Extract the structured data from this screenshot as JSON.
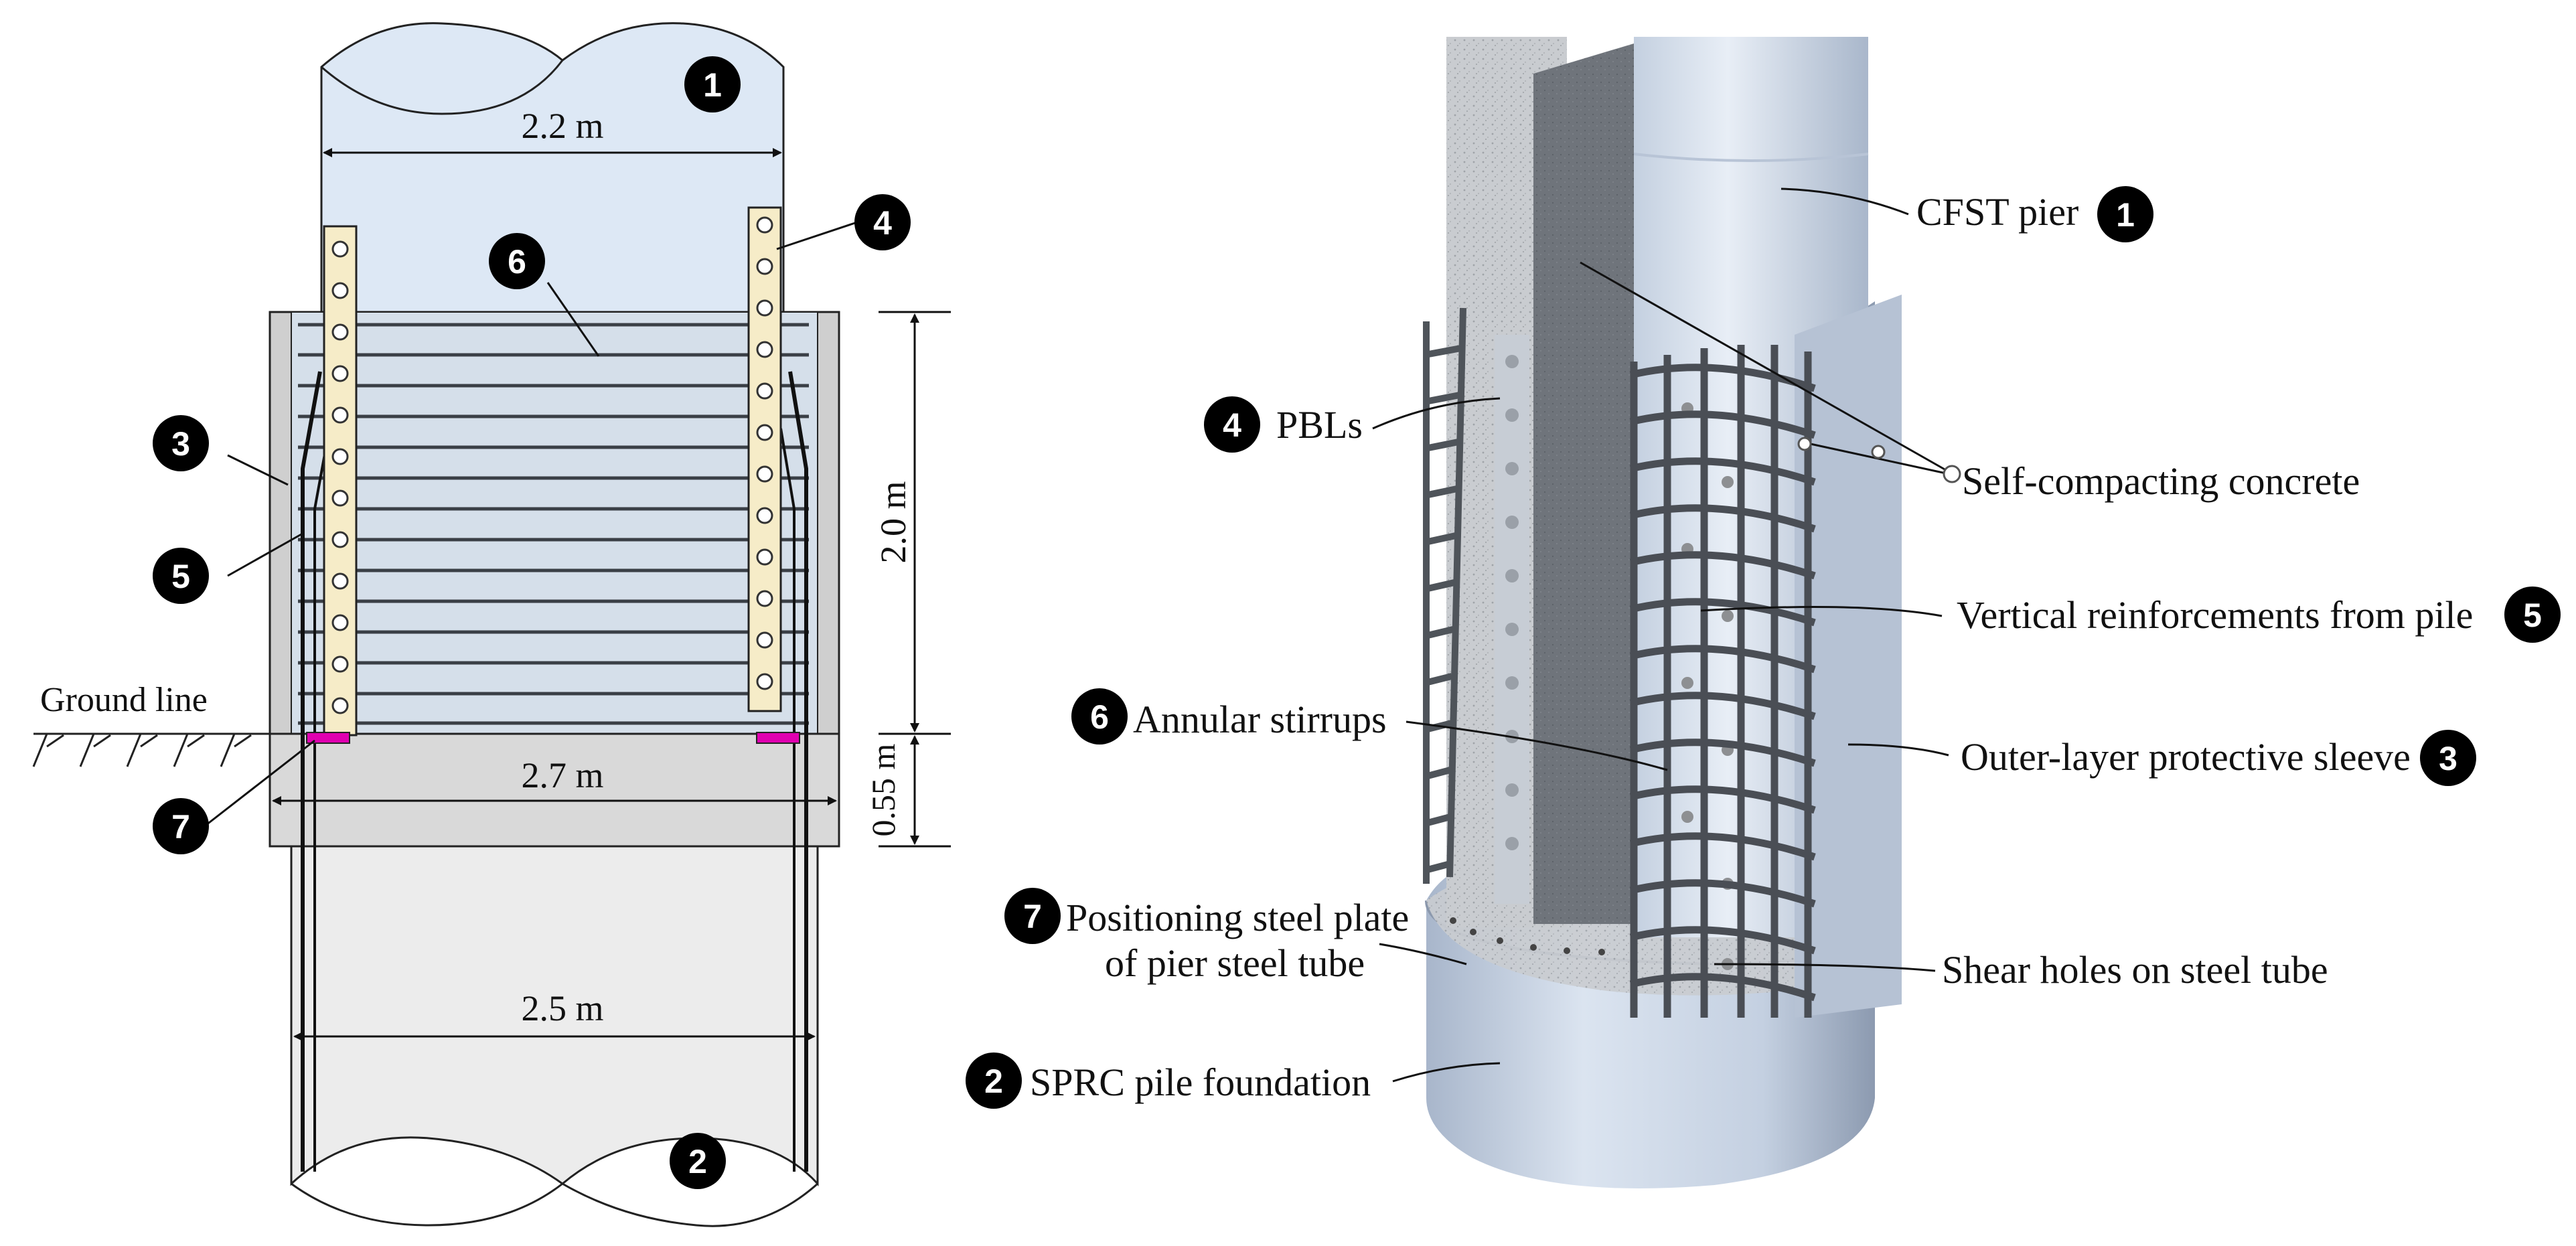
{
  "left_drawing": {
    "dimensions": {
      "pier_width": "2.2 m",
      "embed_depth": "2.0 m",
      "sleeve_width": "2.7 m",
      "sleeve_below_ground": "0.55 m",
      "pile_width": "2.5 m"
    },
    "ground_label": "Ground line",
    "badges": [
      "1",
      "2",
      "3",
      "4",
      "5",
      "6",
      "7"
    ]
  },
  "right_drawing": {
    "callouts": {
      "cfst_pier": "CFST pier",
      "pbls": "PBLs",
      "scc": "Self-compacting concrete",
      "vertical_reinf": "Vertical reinforcements from pile",
      "annular": "Annular stirrups",
      "outer_sleeve": "Outer-layer protective sleeve",
      "positioning_1": "Positioning steel plate",
      "positioning_2": "of pier steel tube",
      "shear_holes": "Shear holes on steel tube",
      "sprc": "SPRC pile foundation"
    },
    "badges": {
      "cfst_pier": "1",
      "pbls": "4",
      "vertical_reinf": "5",
      "annular": "6",
      "outer_sleeve": "3",
      "positioning": "7",
      "sprc": "2"
    }
  },
  "colors": {
    "pier_fill": "#dde8f5",
    "sleeve_fill": "#cfcfcf",
    "pile_fill": "#ececec",
    "pbl_fill": "#f6ecc8",
    "plate_magenta": "#e000b0",
    "badge_black": "#000000",
    "render_blue": "#c7d3e4"
  }
}
